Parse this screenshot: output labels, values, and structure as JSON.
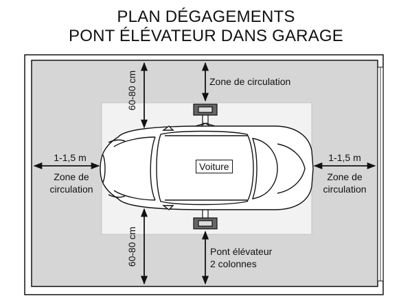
{
  "title": {
    "line1": "PLAN DÉGAGEMENTS",
    "line2": "PONT ÉLÉVATEUR DANS GARAGE"
  },
  "labels": {
    "top_circulation": "Zone de circulation",
    "left_distance": "1-1,5 m",
    "left_zone_line1": "Zone de",
    "left_zone_line2": "circulation",
    "right_distance": "1-1,5 m",
    "right_zone_line1": "Zone de",
    "right_zone_line2": "circulation",
    "top_height": "60-80 cm",
    "bottom_height": "60-80 cm",
    "lift_line1": "Pont élévateur",
    "lift_line2": "2 colonnes",
    "car": "Voiture"
  },
  "colors": {
    "floor": "#d6d6d6",
    "lift_zone": "#f2f2f2",
    "outline": "#111111"
  }
}
